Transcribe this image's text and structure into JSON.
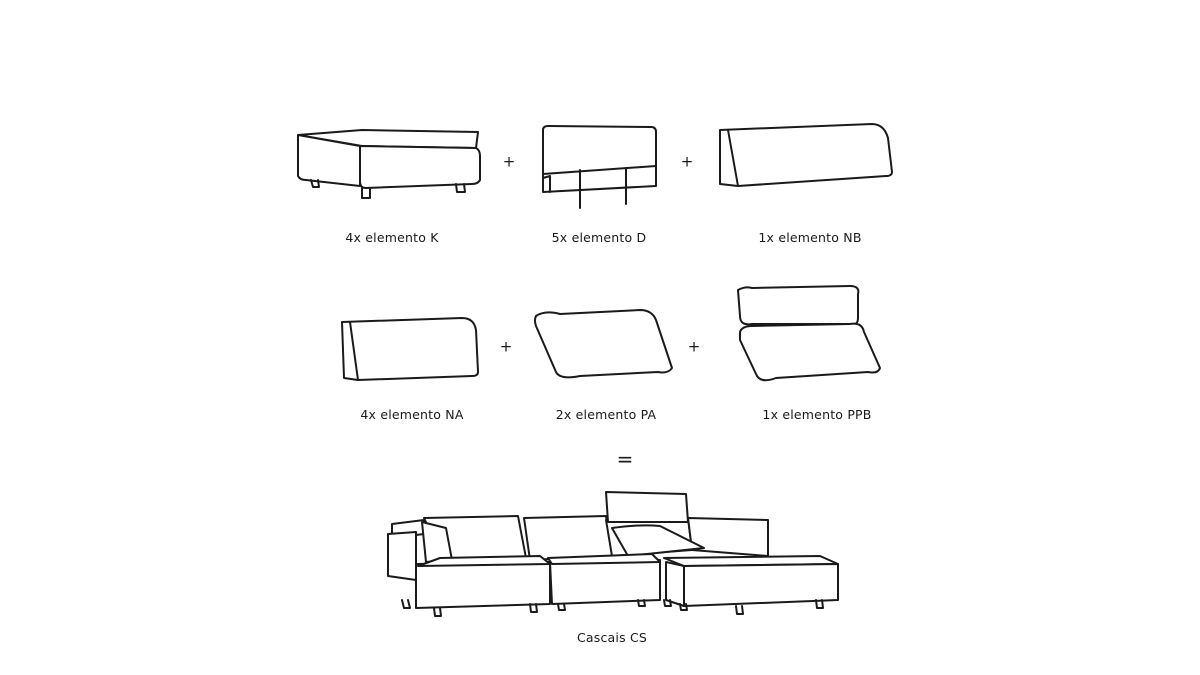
{
  "components": [
    {
      "id": "K",
      "label": "4x elemento K"
    },
    {
      "id": "D",
      "label": "5x elemento D"
    },
    {
      "id": "NB",
      "label": "1x elemento NB"
    },
    {
      "id": "NA",
      "label": "4x elemento NA"
    },
    {
      "id": "PA",
      "label": "2x elemento PA"
    },
    {
      "id": "PPB",
      "label": "1x elemento PPB"
    }
  ],
  "operators": {
    "plus": "+",
    "equals": "="
  },
  "result": {
    "label": "Cascais CS"
  }
}
